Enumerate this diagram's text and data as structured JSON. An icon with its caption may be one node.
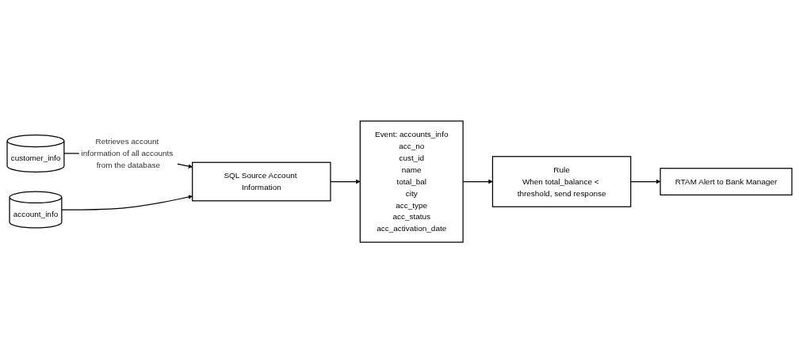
{
  "diagram": {
    "nodes": [
      {
        "text": [
          "SQL Source Account Information"
        ]
      },
      {
        "text": [
          "Event: accounts_info",
          "acc_no",
          "cust_id",
          "name",
          "total_bal",
          "city",
          "acc_type",
          "acc_status",
          "acc_activation_date"
        ]
      },
      {
        "text": [
          "Rule",
          "When total_balance < threshold, send response"
        ]
      },
      {
        "text": [
          "RTAM Alert to Bank Manager"
        ]
      },
      {
        "text": [
          "customer_info"
        ]
      },
      {
        "text": [
          "account_info"
        ]
      }
    ],
    "edges": [
      {
        "from": 4,
        "to": 0,
        "arrow": "to",
        "label": "Retrieves account information of all accounts from the database"
      },
      {
        "from": 5,
        "to": 0,
        "arrow": "to"
      },
      {
        "from": 0,
        "to": 1,
        "arrow": "to"
      },
      {
        "from": 1,
        "to": 2,
        "arrow": "to"
      },
      {
        "from": 2,
        "to": 3,
        "arrow": "to"
      }
    ]
  }
}
